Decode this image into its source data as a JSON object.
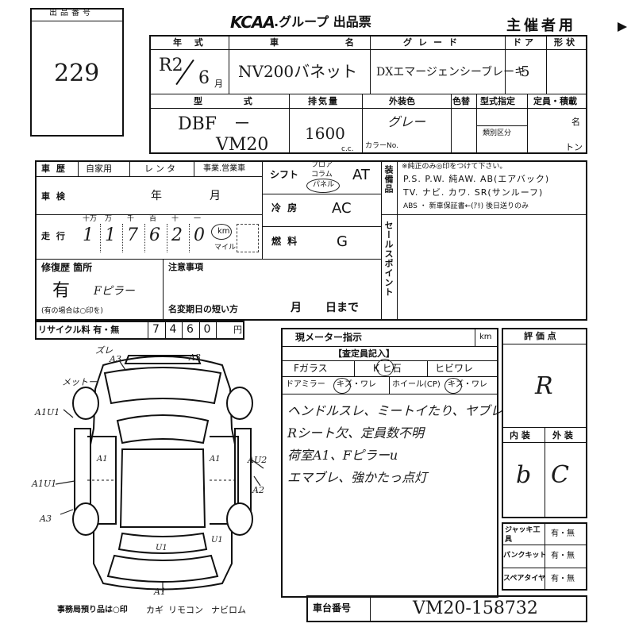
{
  "lot": {
    "label": "出品番号",
    "number": "229"
  },
  "header": {
    "logo": "KCAA",
    "title": ".グループ 出品票",
    "sponsor": "主催者用"
  },
  "row1": {
    "year_label": "年 式",
    "car_name_label": "車 名",
    "grade_label": "グレード",
    "doors_label": "ドア",
    "shape_label": "形状",
    "era": "R2",
    "month": "6",
    "month_unit": "月",
    "car_name": "NV200バネット",
    "grade": "DXエマージェンシーブレーキ",
    "doors": "5"
  },
  "row2": {
    "model_label": "型 式",
    "displacement_label": "排気量",
    "exterior_label": "外装色",
    "color_change_label": "色替",
    "model_spec_label": "型式指定",
    "capacity_label": "定員・積載",
    "category_label": "類別区分",
    "color_no_label": "カラーNo.",
    "model_prefix": "DBF",
    "model_dash": "－",
    "model_code": "VM20",
    "displacement": "1600",
    "cc_unit": "c.c.",
    "exterior_color": "グレー",
    "persons_unit": "名",
    "tons_unit": "トン"
  },
  "history": {
    "label": "車 歴",
    "options": [
      "自家用",
      "レンタ",
      "事業.営業車"
    ]
  },
  "inspection": {
    "label": "車 検",
    "year_unit": "年",
    "month_unit": "月"
  },
  "mileage": {
    "label": "走 行",
    "units": [
      "十万",
      "万",
      "千",
      "百",
      "十",
      "一"
    ],
    "digits": [
      "1",
      "1",
      "7",
      "6",
      "2",
      "0"
    ],
    "km": "km",
    "miles": "マイル"
  },
  "shift": {
    "label": "シフト",
    "options": [
      "フロア",
      "コラム",
      "パネル"
    ],
    "value": "AT"
  },
  "aircon": {
    "label": "冷 房",
    "value": "AC"
  },
  "fuel": {
    "label": "燃 料",
    "value": "G"
  },
  "equipment": {
    "label": "装備品",
    "note": "※純正のみ◎印をつけて下さい。",
    "line1": "P.S. P.W. 純AW. AB(エアバック)",
    "line2": "TV. ナビ. カワ. SR(サンルーフ)",
    "line3": "ABS ・ 新車保証書←(ｱﾘ) 後日送りのみ"
  },
  "sales_point": {
    "label": "セールスポイント"
  },
  "repair": {
    "label": "修復歴 箇所",
    "value": "有",
    "detail": "Fピラー",
    "note": "(有の場合は○印を)"
  },
  "notes": {
    "label": "注意事項",
    "short_rename": "名変期日の短い方",
    "month": "月",
    "day": "日まで"
  },
  "recycle": {
    "label": "リサイクル料 有・無",
    "digits": [
      "7",
      "4",
      "6",
      "0"
    ],
    "unit": "円"
  },
  "meter": {
    "label": "現メーター指示",
    "unit": "km"
  },
  "inspector": {
    "header": "【査定員記入】",
    "glass_label": "Fガラス",
    "glass_value": "K ヒ石",
    "glass_crack": "ヒビワレ",
    "mirror_label": "ドアミラー",
    "mirror_value": "キズ・ワレ",
    "wheel_label": "ホイール(CP)",
    "wheel_value": "キズ・ワレ",
    "comments": [
      "ヘンドルスレ、ミートイたり、ヤブレ",
      "Rシート欠、定員数不明",
      "荷室A1、Fピラーu",
      "エマブレ、強かたっ点灯"
    ]
  },
  "grade_box": {
    "label": "評 価 点",
    "value": "R",
    "interior_label": "内 装",
    "exterior_label": "外 装",
    "interior": "b",
    "exterior": "C"
  },
  "tools": {
    "jack": "ジャッキ工具",
    "puncture": "パンクキット",
    "spare": "スペアタイヤ",
    "yn": "有・無"
  },
  "diagram_marks": [
    "ズレ",
    "A3",
    "A3",
    "メットー",
    "A1U1",
    "A1U1",
    "A3",
    "A1",
    "A1",
    "AU2",
    "A2",
    "U1",
    "U1",
    "A1"
  ],
  "footer": {
    "left": "事務局預り品は○印",
    "key": "カギ",
    "remote": "リモコン",
    "navi": "ナビロム",
    "chassis_label": "車台番号",
    "chassis": "VM20-158732"
  }
}
